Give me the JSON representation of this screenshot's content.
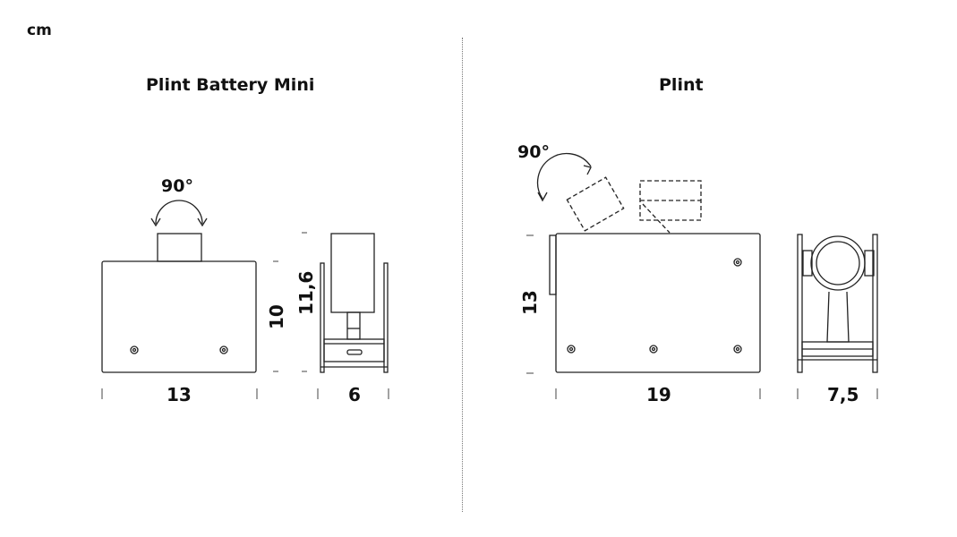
{
  "unit": "cm",
  "products": {
    "left": {
      "title": "Plint Battery Mini",
      "rotation": "90°",
      "dims": {
        "width": "13",
        "height": "10",
        "total_height": "11,6",
        "depth": "6"
      }
    },
    "right": {
      "title": "Plint",
      "rotation": "90°",
      "dims": {
        "width": "19",
        "height": "13",
        "depth": "7,5"
      }
    }
  }
}
